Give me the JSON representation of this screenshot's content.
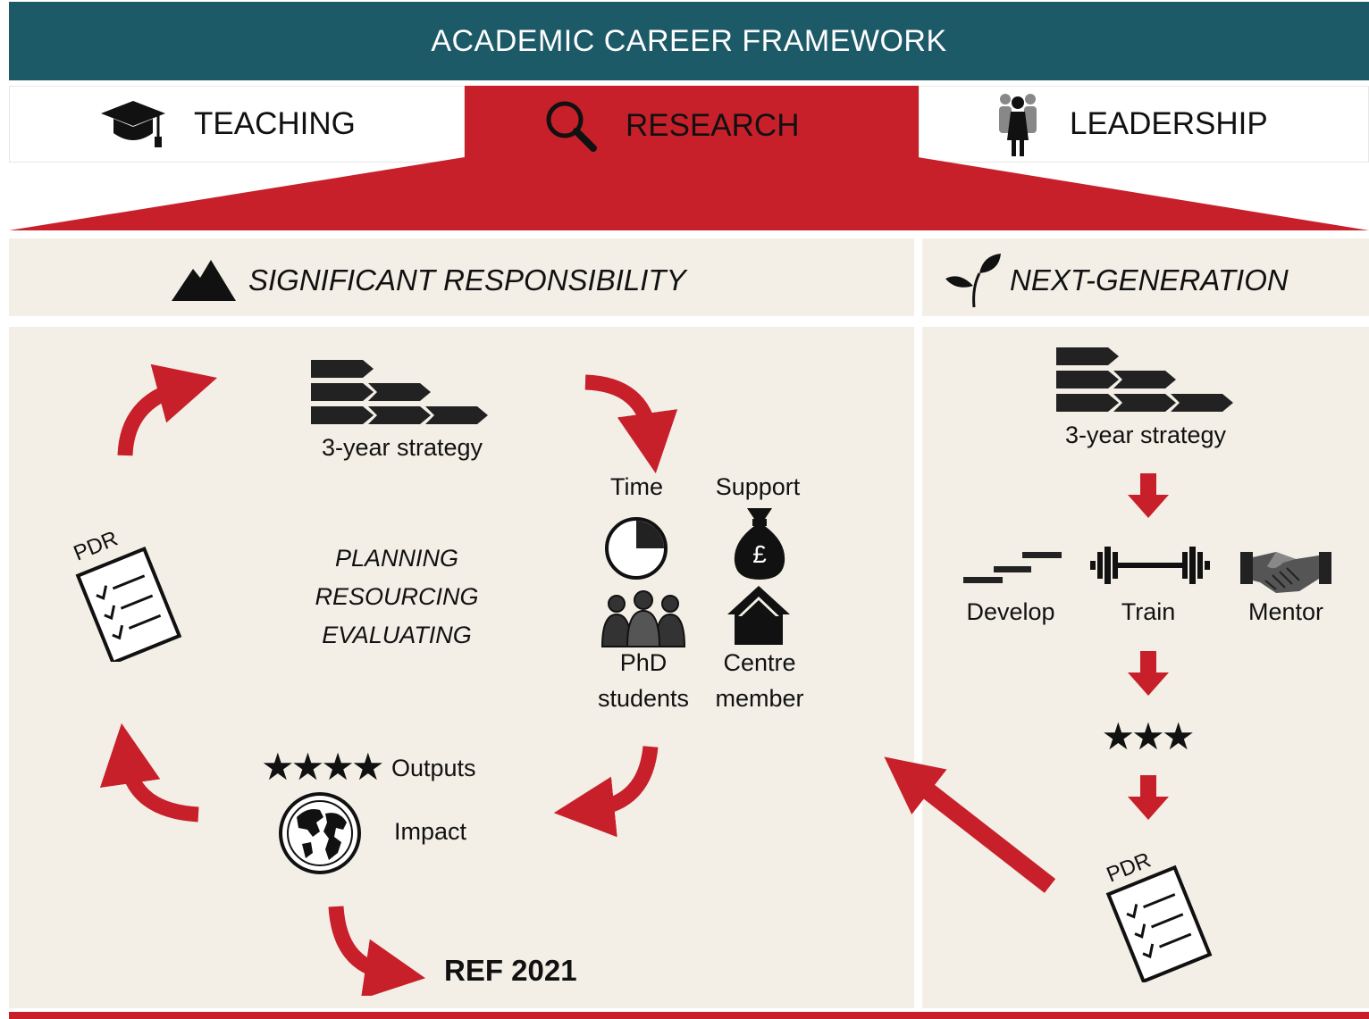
{
  "header": {
    "title": "ACADEMIC CAREER FRAMEWORK"
  },
  "tabs": [
    {
      "label": "TEACHING",
      "icon": "graduation-cap-icon"
    },
    {
      "label": "RESEARCH",
      "icon": "magnifier-icon",
      "active": true
    },
    {
      "label": "LEADERSHIP",
      "icon": "people-group-icon"
    }
  ],
  "colors": {
    "header": "#1d5a68",
    "accent": "#c8202b",
    "panel": "#f3efe6"
  },
  "left": {
    "title": "SIGNIFICANT RESPONSIBILITY",
    "strategy_label": "3-year strategy",
    "pdr_label": "PDR",
    "center_lines": [
      "PLANNING",
      "RESOURCING",
      "EVALUATING"
    ],
    "resources": {
      "time": "Time",
      "support": "Support",
      "support_symbol": "£",
      "phd_line1": "PhD",
      "phd_line2": "students",
      "centre_line1": "Centre",
      "centre_line2": "member"
    },
    "outputs_stars": "★★★★",
    "outputs_label": "Outputs",
    "impact_label": "Impact",
    "ref_label": "REF 2021"
  },
  "right": {
    "title": "NEXT-GENERATION",
    "strategy_label": "3-year strategy",
    "develop": "Develop",
    "train": "Train",
    "mentor": "Mentor",
    "stars": "★★★",
    "pdr_label": "PDR"
  }
}
